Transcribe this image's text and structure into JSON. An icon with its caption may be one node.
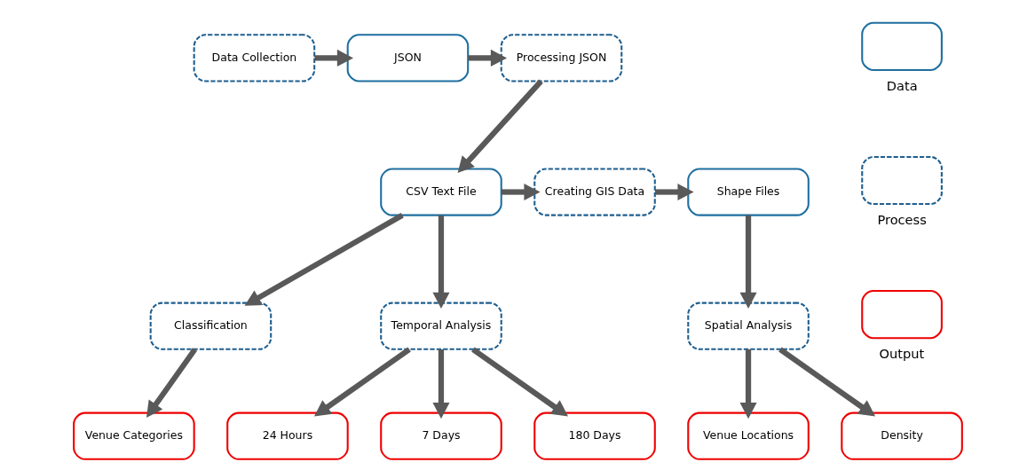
{
  "diagram": {
    "nodes": [
      {
        "text": [
          "Data Collection"
        ]
      },
      {
        "text": [
          "JSON"
        ]
      },
      {
        "text": [
          "Processing JSON"
        ]
      },
      {
        "text": [
          "CSV Text File"
        ]
      },
      {
        "text": [
          "Creating GIS Data"
        ]
      },
      {
        "text": [
          "Shape Files"
        ]
      },
      {
        "text": [
          "Spatial Analysis"
        ]
      },
      {
        "text": [
          "Classification"
        ]
      },
      {
        "text": [
          "Temporal Analysis"
        ]
      },
      {
        "text": [
          "Venue Locations"
        ]
      },
      {
        "text": [
          "Density"
        ]
      },
      {
        "text": [
          "Venue Categories"
        ]
      },
      {
        "text": [
          "24 Hours"
        ]
      },
      {
        "text": [
          "7 Days"
        ]
      },
      {
        "text": [
          "180 Days"
        ]
      }
    ],
    "edges": [
      {
        "from": 0,
        "to": 1,
        "arrow": "to"
      },
      {
        "from": 1,
        "to": 2,
        "arrow": "to"
      },
      {
        "from": 2,
        "to": 3,
        "arrow": "to"
      },
      {
        "from": 3,
        "to": 4,
        "arrow": "to"
      },
      {
        "from": 4,
        "to": 5,
        "arrow": "to"
      },
      {
        "from": 5,
        "to": 6,
        "arrow": "to"
      },
      {
        "from": 3,
        "to": 7,
        "arrow": "to"
      },
      {
        "from": 3,
        "to": 8,
        "arrow": "to"
      },
      {
        "from": 6,
        "to": 9,
        "arrow": "to"
      },
      {
        "from": 6,
        "to": 10,
        "arrow": "to"
      },
      {
        "from": 7,
        "to": 11,
        "arrow": "to"
      },
      {
        "from": 8,
        "to": 12,
        "arrow": "to"
      },
      {
        "from": 8,
        "to": 13,
        "arrow": "to"
      },
      {
        "from": 8,
        "to": 14,
        "arrow": "to"
      }
    ],
    "legend": [
      {
        "text": "Data"
      },
      {
        "text": "Process"
      },
      {
        "text": "Output"
      }
    ]
  }
}
